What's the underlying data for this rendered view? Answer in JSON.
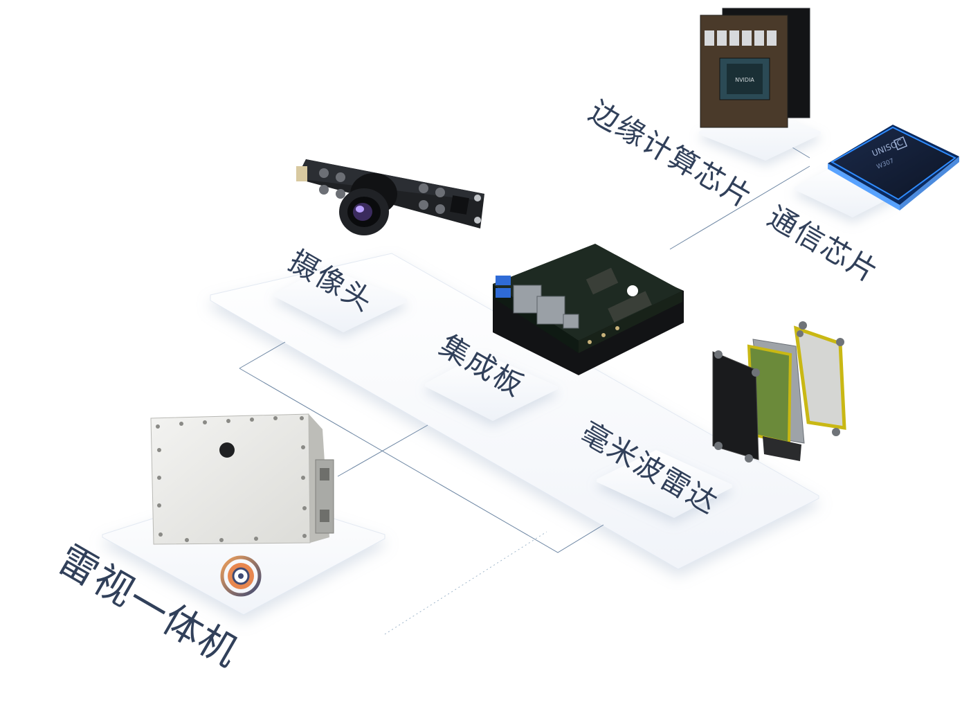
{
  "labels": {
    "camera": "摄像头",
    "board": "集成板",
    "edge_chip": "边缘计算芯片",
    "comm_chip": "通信芯片",
    "radar": "毫米波雷达",
    "radar_camera": "雷视一体机"
  },
  "chip_marks": {
    "nvidia": "NVIDIA",
    "unisoc": "UNISOC",
    "unisoc_model": "W307"
  },
  "colors": {
    "label_text": "#31405a",
    "platform": "#f6f8fc",
    "connector_line": "#6d86a3",
    "accent_orange": "#e67a3c",
    "chip_blue": "#2f8cff"
  }
}
